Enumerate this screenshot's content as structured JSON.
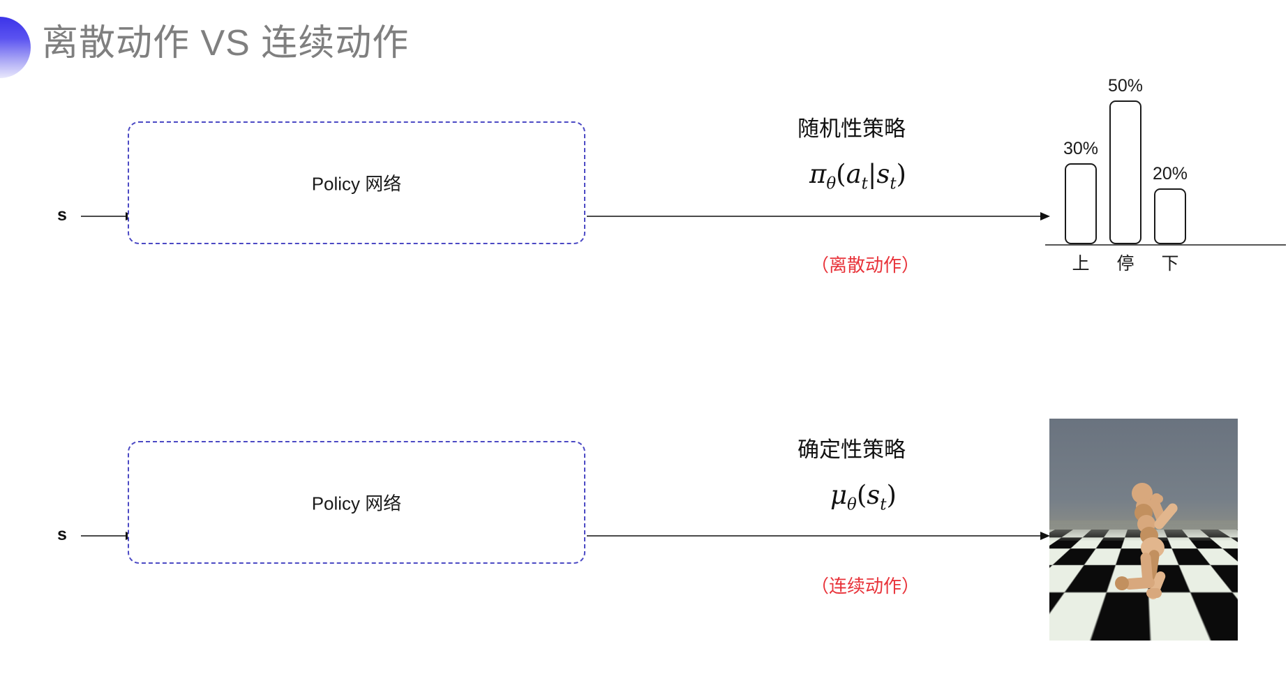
{
  "slide": {
    "title": "离散动作 VS 连续动作",
    "bullet_icon": "half-circle-gradient-bullet",
    "title_color": "#7f7f7f",
    "accent_color": "#3b34e8",
    "box_border_color": "#4b49c4",
    "note_color": "#e8333a"
  },
  "rows": [
    {
      "id": "discrete",
      "state_label": "s",
      "box_label": "Policy 网络",
      "policy_title": "随机性策略",
      "policy_formula": {
        "head": "π",
        "head_sub": "θ",
        "args": "(a",
        "arg_sub": "t",
        "mid": "|s",
        "arg2_sub": "t",
        "tail": ")"
      },
      "action_note": "（离散动作）",
      "output_kind": "bar-chart"
    },
    {
      "id": "continuous",
      "state_label": "s",
      "box_label": "Policy 网络",
      "policy_title": "确定性策略",
      "policy_formula": {
        "head": "μ",
        "head_sub": "θ",
        "args": "(s",
        "arg_sub": "t",
        "mid": "",
        "arg2_sub": "",
        "tail": ")"
      },
      "action_note": "（连续动作）",
      "output_kind": "humanoid-simulation"
    }
  ],
  "chart_data": {
    "type": "bar",
    "title": "",
    "xlabel": "",
    "ylabel": "",
    "categories": [
      "上",
      "停",
      "下"
    ],
    "values": [
      30,
      50,
      20
    ],
    "value_labels": [
      "30%",
      "50%",
      "20%"
    ],
    "ylim": [
      0,
      55
    ],
    "grid": false,
    "legend": "none",
    "bar_fill": "#ffffff",
    "bar_stroke": "#1a1a1a"
  },
  "simulation": {
    "name": "humanoid-simulation",
    "description": "MuJoCo Humanoid on checkerboard floor"
  }
}
